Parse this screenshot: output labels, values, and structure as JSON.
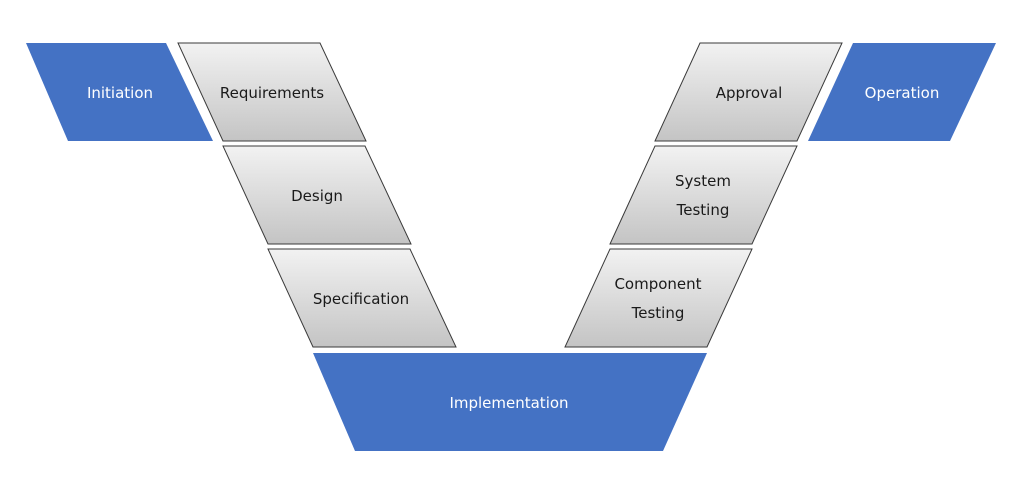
{
  "diagram": {
    "colors": {
      "phase_fill": "#4472c4",
      "step_fill_light": "#f2f2f2",
      "step_fill_dark": "#c4c4c4",
      "step_stroke": "#3a3a3a"
    },
    "left_branch": {
      "initiation": "Initiation",
      "requirements": "Requirements",
      "design": "Design",
      "specification": "Specification"
    },
    "bottom": {
      "implementation": "Implementation"
    },
    "right_branch": {
      "approval": "Approval",
      "operation": "Operation",
      "system_testing_line1": "System",
      "system_testing_line2": "Testing",
      "component_testing_line1": "Component",
      "component_testing_line2": "Testing"
    }
  }
}
